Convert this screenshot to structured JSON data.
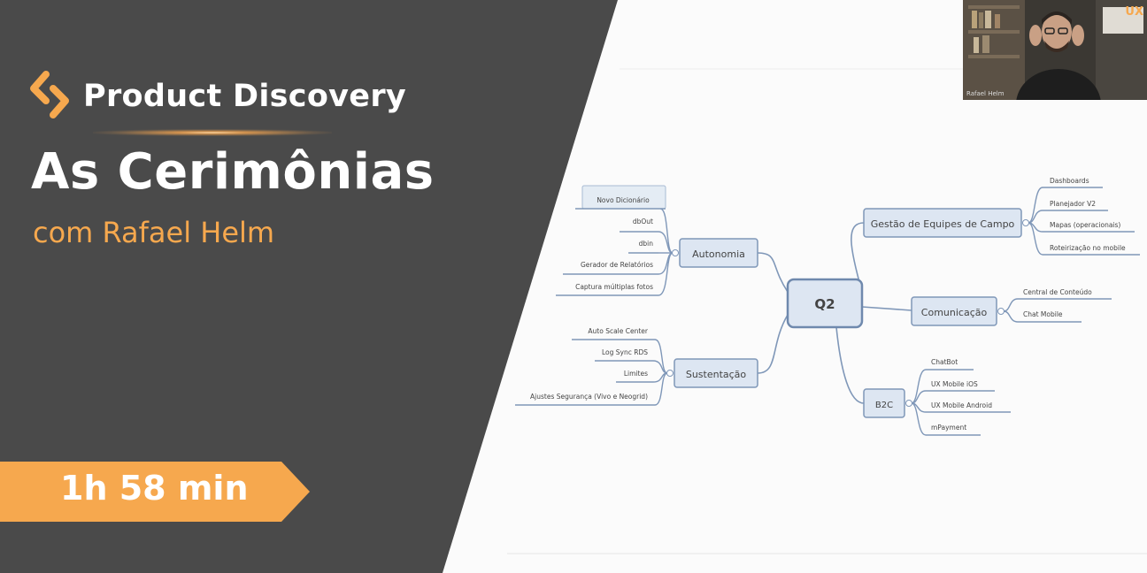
{
  "brand": {
    "title": "Product Discovery",
    "icon": "brand-chevron-logo-icon"
  },
  "course": {
    "title": "As Cerimônias",
    "subtitle": "com Rafael Helm",
    "duration": "1h 58 min"
  },
  "colors": {
    "dark_panel": "#4a4a4a",
    "accent": "#f6a84e",
    "node_fill": "#dde6f2",
    "node_border": "#7f97b8"
  },
  "mindmap": {
    "center": "Q2",
    "branches": [
      {
        "label": "Autonomia",
        "children": [
          "Novo Dicionário",
          "dbOut",
          "dbin",
          "Gerador de Relatórios",
          "Captura múltiplas fotos"
        ]
      },
      {
        "label": "Sustentação",
        "children": [
          "Auto Scale Center",
          "Log Sync RDS",
          "Limites",
          "Ajustes Segurança (Vivo e Neogrid)"
        ]
      },
      {
        "label": "Gestão de Equipes de Campo",
        "children": [
          "Dashboards",
          "Planejador V2",
          "Mapas (operacionais)",
          "Roteirização no mobile"
        ]
      },
      {
        "label": "Comunicação",
        "children": [
          "Central de Conteúdo",
          "Chat Mobile"
        ]
      },
      {
        "label": "B2C",
        "children": [
          "ChatBot",
          "UX Mobile iOS",
          "UX Mobile Android",
          "mPayment"
        ]
      }
    ]
  },
  "webcam": {
    "name": "Rafael Helm",
    "badge": "UX"
  }
}
